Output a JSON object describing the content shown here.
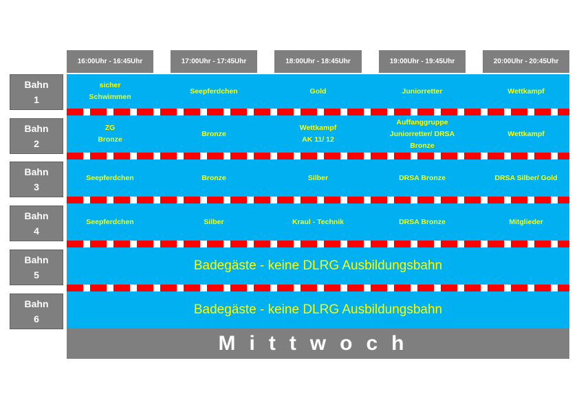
{
  "time_slots": [
    "16:00Uhr - 16:45Uhr",
    "17:00Uhr - 17:45Uhr",
    "18:00Uhr - 18:45Uhr",
    "19:00Uhr - 19:45Uhr",
    "20:00Uhr - 20:45Uhr"
  ],
  "lanes": [
    {
      "label": "Bahn",
      "number": "1",
      "cells": [
        "sicher\nSchwimmen",
        "Seepferdchen",
        "Gold",
        "Juniorretter",
        "Wettkampf"
      ]
    },
    {
      "label": "Bahn",
      "number": "2",
      "cells": [
        "ZG\nBronze",
        "Bronze",
        "Wettkampf\nAK 11/ 12",
        "Auffanggruppe\nJuniorretter/ DRSA\nBronze",
        "Wettkampf"
      ]
    },
    {
      "label": "Bahn",
      "number": "3",
      "cells": [
        "Seepferdchen",
        "Bronze",
        "Silber",
        "DRSA Bronze",
        "DRSA Silber/ Gold"
      ]
    },
    {
      "label": "Bahn",
      "number": "4",
      "cells": [
        "Seepferdchen",
        "Silber",
        "Kraul - Technik",
        "DRSA Bronze",
        "Mitglieder"
      ]
    },
    {
      "label": "Bahn",
      "number": "5",
      "full_text": "Badegäste - keine DLRG Ausbildungsbahn"
    },
    {
      "label": "Bahn",
      "number": "6",
      "full_text": "Badegäste - keine DLRG Ausbildungsbahn"
    }
  ],
  "day": "Mittwoch",
  "colors": {
    "header_gray": "#7f7f7f",
    "lane_blue": "#00b0f0",
    "text_yellow": "#ffff00",
    "rope_red": "#ff0000",
    "rope_white": "#ffffff"
  }
}
